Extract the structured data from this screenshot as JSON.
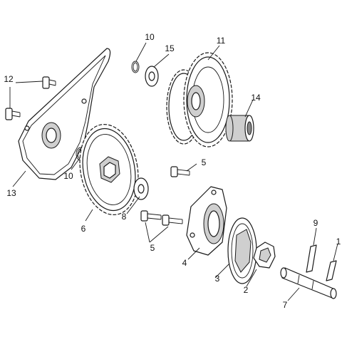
{
  "callouts": {
    "c1": "1",
    "c2": "2",
    "c3": "3",
    "c4": "4",
    "c5a": "5",
    "c5b": "5",
    "c6": "6",
    "c7": "7",
    "c8": "8",
    "c9": "9",
    "c10a": "10",
    "c10b": "10",
    "c11": "11",
    "c12": "12",
    "c13": "13",
    "c14": "14",
    "c15": "15"
  },
  "colors": {
    "line": "#1a1a1a",
    "fill": "#ffffff",
    "shade": "#cfcfcf"
  }
}
